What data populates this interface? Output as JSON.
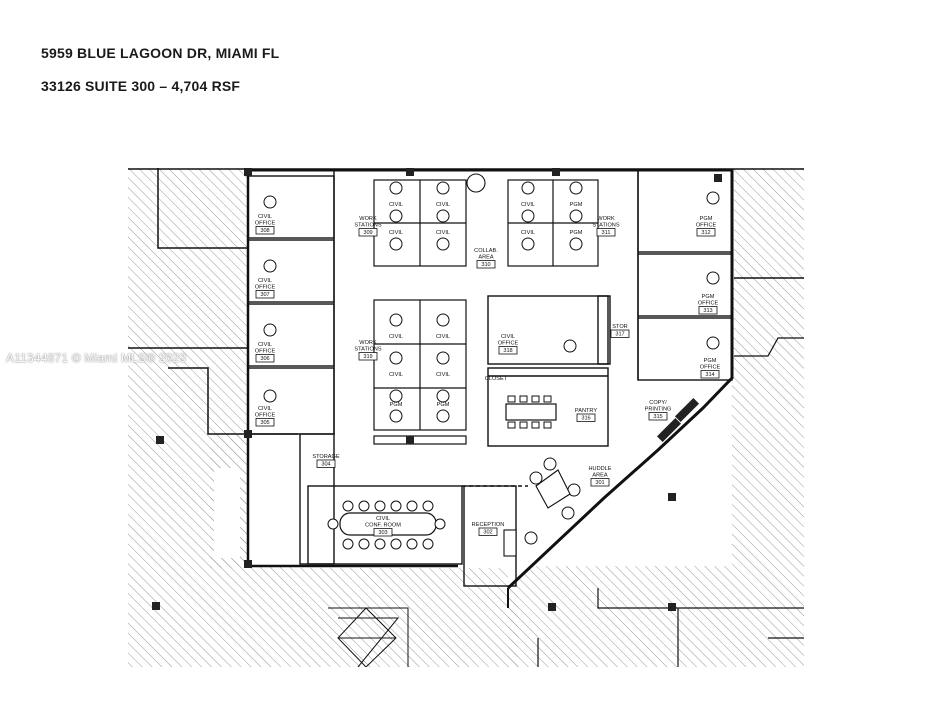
{
  "header": {
    "line1": "5959 BLUE LAGOON DR, MIAMI FL",
    "line2": "33126 SUITE 300 – 4,704 RSF"
  },
  "watermark": "A11344871 © Miami MLS® 2023",
  "rooms": [
    {
      "id": "r308",
      "label": [
        "CIVIL",
        "OFFICE"
      ],
      "num": "308"
    },
    {
      "id": "r307",
      "label": [
        "CIVIL",
        "OFFICE"
      ],
      "num": "307"
    },
    {
      "id": "r306",
      "label": [
        "CIVIL",
        "OFFICE"
      ],
      "num": "306"
    },
    {
      "id": "r305",
      "label": [
        "CIVIL",
        "OFFICE"
      ],
      "num": "305"
    },
    {
      "id": "r309",
      "label": [
        "WORK",
        "STATIONS"
      ],
      "num": "309"
    },
    {
      "id": "r310",
      "label": [
        "COLLAB.",
        "AREA"
      ],
      "num": "310"
    },
    {
      "id": "r311",
      "label": [
        "WORK",
        "STATIONS"
      ],
      "num": "311"
    },
    {
      "id": "r312",
      "label": [
        "PGM",
        "OFFICE"
      ],
      "num": "312"
    },
    {
      "id": "r313",
      "label": [
        "PGM",
        "OFFICE"
      ],
      "num": "313"
    },
    {
      "id": "r314",
      "label": [
        "PGM",
        "OFFICE"
      ],
      "num": "314"
    },
    {
      "id": "r319",
      "label": [
        "WORK",
        "STATIONS"
      ],
      "num": "319"
    },
    {
      "id": "r318",
      "label": [
        "CIVIL",
        "OFFICE"
      ],
      "num": "318"
    },
    {
      "id": "r317",
      "label": [
        "STOR"
      ],
      "num": "317"
    },
    {
      "id": "r316",
      "label": [
        "PANTRY"
      ],
      "num": "316"
    },
    {
      "id": "r315",
      "label": [
        "COPY/",
        "PRINTING"
      ],
      "num": "315"
    },
    {
      "id": "r304",
      "label": [
        "STORAGE"
      ],
      "num": "304"
    },
    {
      "id": "r301",
      "label": [
        "HUDDLE",
        "AREA"
      ],
      "num": "301"
    },
    {
      "id": "r303",
      "label": [
        "CIVIL",
        "CONF. ROOM"
      ],
      "num": "303"
    },
    {
      "id": "r302",
      "label": [
        "RECEPTION"
      ],
      "num": "302"
    }
  ],
  "desk_labels": {
    "civil": "CIVIL",
    "pgm": "PGM",
    "closet": "CLOSET"
  }
}
